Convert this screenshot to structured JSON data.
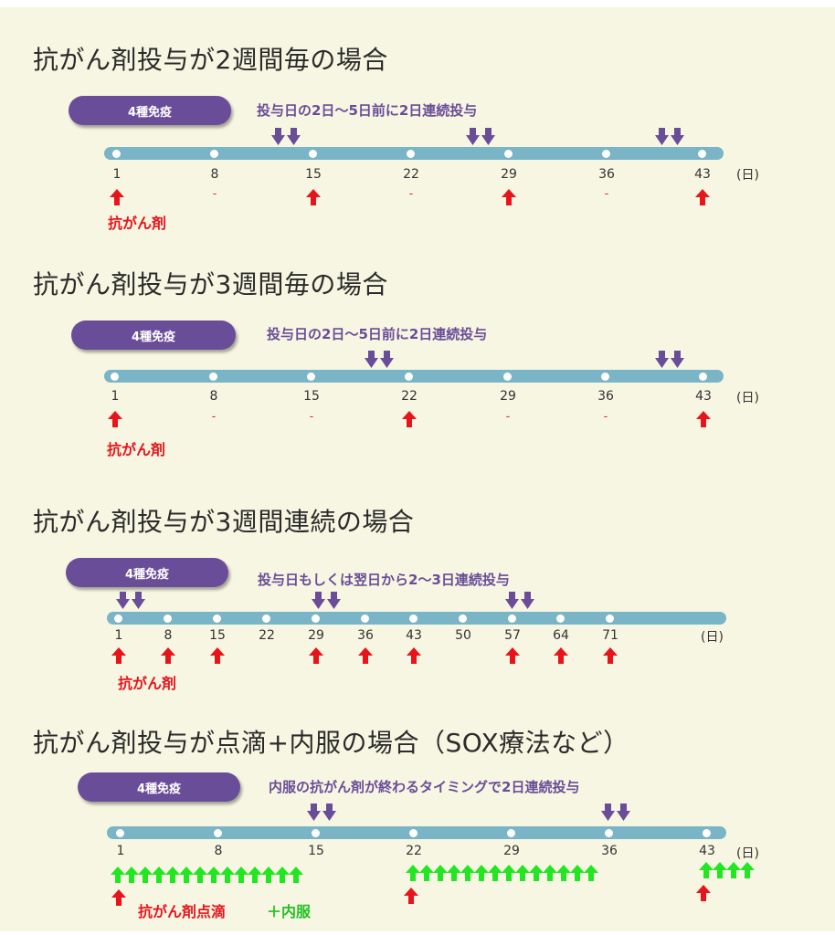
{
  "colors": {
    "background": "#f7f6e2",
    "purple": "#6a4d98",
    "bar": "#79b5c6",
    "red": "#e8141b",
    "green": "#22e622"
  },
  "icons": {
    "purple": "double-down-arrow-icon",
    "red": "up-arrow-icon",
    "green": "up-arrow-icon"
  },
  "sections": [
    {
      "title": "抗がん剤投与が2週間毎の場合",
      "pill": "4種免疫",
      "note": "投与日の2日〜5日前に2日連続投与",
      "ticks": [
        "1",
        "8",
        "15",
        "22",
        "29",
        "36",
        "43"
      ],
      "unit": "(日)",
      "chemo_label": "抗がん剤",
      "red_days": [
        "1",
        "15",
        "29",
        "43"
      ],
      "dash_days": [
        "8",
        "22",
        "36"
      ],
      "purple_before": [
        "15",
        "29",
        "43"
      ]
    },
    {
      "title": "抗がん剤投与が3週間毎の場合",
      "pill": "4種免疫",
      "note": "投与日の2日〜5日前に2日連続投与",
      "ticks": [
        "1",
        "8",
        "15",
        "22",
        "29",
        "36",
        "43"
      ],
      "unit": "(日)",
      "chemo_label": "抗がん剤",
      "red_days": [
        "1",
        "22",
        "43"
      ],
      "dash_days": [
        "8",
        "15",
        "29",
        "36"
      ],
      "purple_before": [
        "22",
        "43"
      ]
    },
    {
      "title": "抗がん剤投与が3週間連続の場合",
      "pill": "4種免疫",
      "note": "投与日もしくは翌日から2〜3日連続投与",
      "ticks": [
        "1",
        "8",
        "15",
        "22",
        "29",
        "36",
        "43",
        "50",
        "57",
        "64",
        "71"
      ],
      "unit": "(日)",
      "chemo_label": "抗がん剤",
      "red_days": [
        "1",
        "8",
        "15",
        "29",
        "36",
        "43",
        "57",
        "64",
        "71"
      ],
      "purple_at": [
        "1",
        "29",
        "57"
      ]
    },
    {
      "title": "抗がん剤投与が点滴+内服の場合（SOX療法など）",
      "pill": "4種免疫",
      "note": "内服の抗がん剤が終わるタイミングで2日連続投与",
      "ticks": [
        "1",
        "8",
        "15",
        "22",
        "29",
        "36",
        "43"
      ],
      "unit": "(日)",
      "drip_label": "抗がん剤点滴",
      "oral_label": "＋内服",
      "red_days": [
        "1",
        "22",
        "43"
      ],
      "purple_before": [
        "15",
        "36"
      ],
      "green_runs": [
        {
          "from": "1",
          "count": 14
        },
        {
          "from": "22",
          "count": 14
        },
        {
          "from": "43",
          "count": 4
        }
      ]
    }
  ]
}
